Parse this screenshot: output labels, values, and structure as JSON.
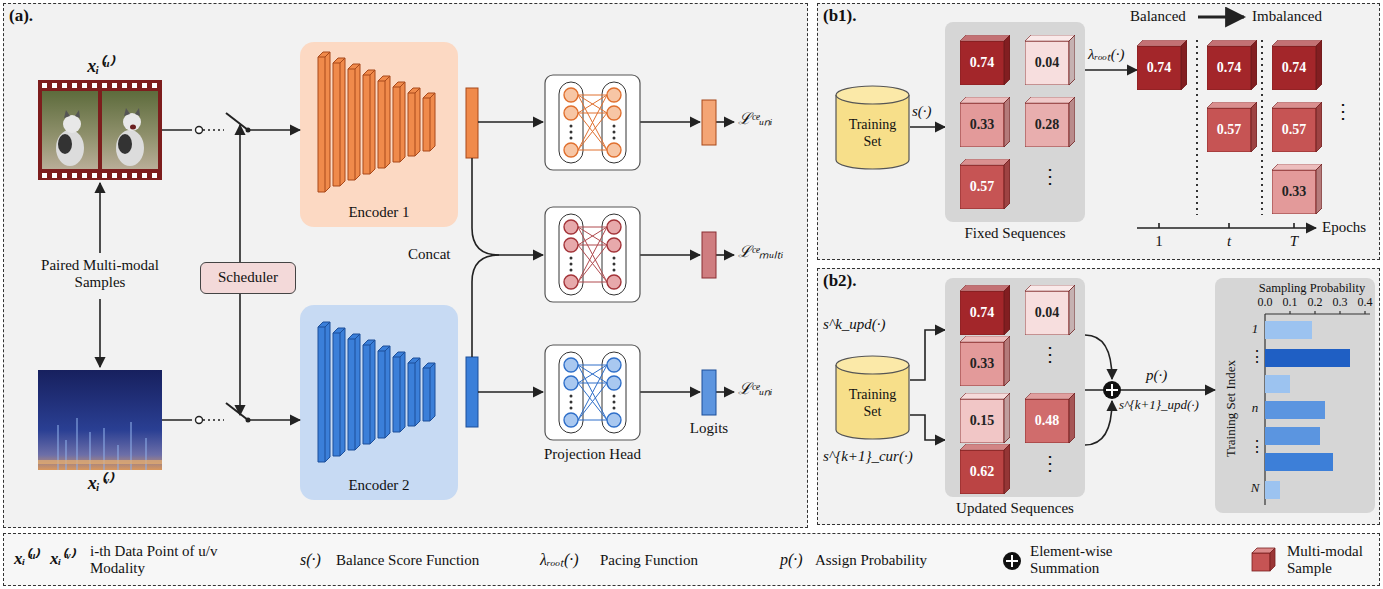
{
  "diagram": {
    "nodes": [
      {
        "text": [
          "(a)."
        ]
      },
      {
        "text": [
          "xᵢ⁽ᵘ⁾"
        ],
        "in": 0
      },
      {
        "text": [
          "xᵢ⁽ᵛ⁾"
        ],
        "in": 0
      },
      {
        "text": [
          "Scheduler"
        ],
        "in": 0
      },
      {
        "text": [
          "Encoder 1"
        ],
        "in": 0
      },
      {
        "text": [
          "Encoder 2"
        ],
        "in": 0
      },
      {
        "text": [
          "(b1)."
        ]
      },
      {
        "text": [
          "Training Set"
        ],
        "in": 6
      },
      {
        "text": [
          "Fixed Sequences"
        ],
        "in": 6
      },
      {
        "text": [
          "0.74"
        ],
        "in": 8
      },
      {
        "text": [
          "0.04"
        ],
        "in": 8
      },
      {
        "text": [
          "0.33"
        ],
        "in": 8
      },
      {
        "text": [
          "0.28"
        ],
        "in": 8
      },
      {
        "text": [
          "0.57"
        ],
        "in": 8
      },
      {
        "text": [
          "0.74"
        ],
        "in": 6
      },
      {
        "text": [
          "0.74"
        ],
        "in": 6
      },
      {
        "text": [
          "0.57"
        ],
        "in": 6
      },
      {
        "text": [
          "0.74"
        ],
        "in": 6
      },
      {
        "text": [
          "0.57"
        ],
        "in": 6
      },
      {
        "text": [
          "0.33"
        ],
        "in": 6
      },
      {
        "text": [
          "(b2)."
        ]
      },
      {
        "text": [
          "Training Set"
        ],
        "in": 20
      },
      {
        "text": [
          "Updated Sequences"
        ],
        "in": 20
      },
      {
        "text": [
          "0.74"
        ],
        "in": 22
      },
      {
        "text": [
          "0.04"
        ],
        "in": 22
      },
      {
        "text": [
          "0.33"
        ],
        "in": 22
      },
      {
        "text": [
          "0.15"
        ],
        "in": 22
      },
      {
        "text": [
          "0.48"
        ],
        "in": 22
      },
      {
        "text": [
          "0.62"
        ],
        "in": 22
      },
      {
        "text": [
          "Sampling Probability"
        ],
        "in": 20
      }
    ],
    "edges": [
      {
        "from": 1,
        "to": 4,
        "arrow": "to"
      },
      {
        "from": 2,
        "to": 5,
        "arrow": "to"
      },
      {
        "from": 7,
        "to": 8,
        "label": "s(·)",
        "arrow": "to"
      },
      {
        "from": 8,
        "to": 14,
        "label": "λᵣₒₒₜ(·)",
        "arrow": "to"
      },
      {
        "from": 21,
        "to": 22,
        "label": "s^k_upd(·)",
        "arrow": "to"
      },
      {
        "from": 21,
        "to": 22,
        "label": "s^{k+1}_cur(·)",
        "arrow": "to"
      },
      {
        "from": 22,
        "to": 29,
        "label": "p(·)",
        "arrow": "to"
      }
    ],
    "labels": [
      "Paired Multi-modal Samples",
      "Concat",
      "Projection Head",
      "Logits",
      "ℒᶜᵉᵤₙᵢ",
      "ℒᶜᵉₘᵤₗₜᵢ",
      "ℒᶜᵉᵤₙᵢ",
      "⋮",
      "Balanced",
      "Imbalanced",
      "⋮",
      "1",
      "t",
      "T",
      "Epochs",
      "⋮",
      "⋮",
      "s^{k+1}_upd(·)",
      "0.0",
      "0.1",
      "0.2",
      "0.3",
      "0.4",
      "Training Set Index",
      "1",
      "⋮",
      "n",
      "⋮",
      "N",
      "xᵢ⁽ᵘ⁾",
      "xᵢ⁽ᵛ⁾",
      "s(·)",
      "λᵣₒₒₜ(·)",
      "p(·)"
    ],
    "legend": [
      {
        "text": "i-th Data Point of u/v Modality"
      },
      {
        "text": "Balance Score Function"
      },
      {
        "text": "Pacing Function"
      },
      {
        "text": "Assign Probability"
      },
      {
        "text": "Element-wise Summation"
      },
      {
        "text": "Multi-modal Sample"
      }
    ]
  }
}
